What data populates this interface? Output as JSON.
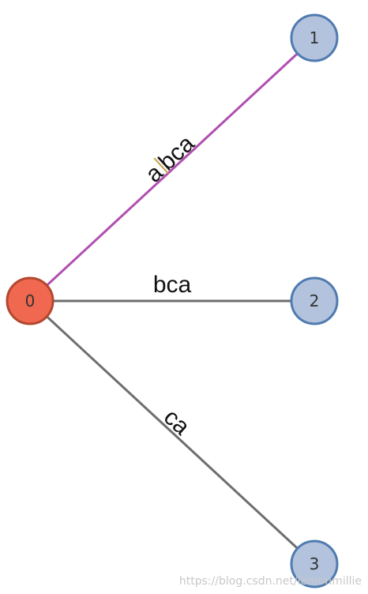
{
  "colors": {
    "root_fill": "#f0684f",
    "root_stroke": "#b3472f",
    "leaf_fill": "#b3c3dd",
    "leaf_stroke": "#4f7bb0",
    "edge_default": "#6e6e6e",
    "edge_highlight": "#b04fb0",
    "cursor": "#c8a24a"
  },
  "nodes": [
    {
      "id": "0",
      "label": "0"
    },
    {
      "id": "1",
      "label": "1"
    },
    {
      "id": "2",
      "label": "2"
    },
    {
      "id": "3",
      "label": "3"
    }
  ],
  "edges": [
    {
      "from": "0",
      "to": "1",
      "label_before_cursor": "a",
      "label_after_cursor": "bca",
      "highlighted": true
    },
    {
      "from": "0",
      "to": "2",
      "label": "bca",
      "highlighted": false
    },
    {
      "from": "0",
      "to": "3",
      "label": "ca",
      "highlighted": false
    }
  ],
  "watermark": "https://blog.csdn.net/lemonmillie"
}
